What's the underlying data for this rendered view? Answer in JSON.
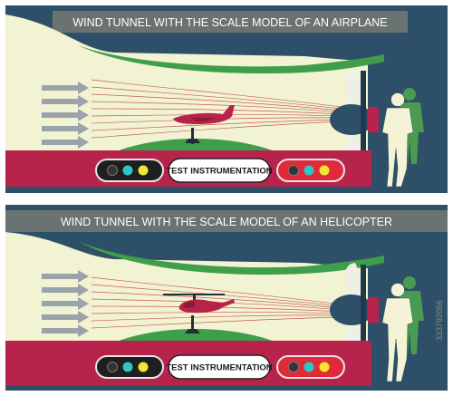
{
  "panels": [
    {
      "title": "WIND TUNNEL WITH THE SCALE MODEL OF AN AIRPLANE",
      "model": "airplane",
      "button_label": "TEST INSTRUMENTATION"
    },
    {
      "title": "WIND TUNNEL WITH THE SCALE MODEL OF AN HELICOPTER",
      "model": "helicopter",
      "button_label": "TEST INSTRUMENTATION"
    }
  ],
  "stock_id": "333792056",
  "colors": {
    "title_bar": "#6b7272",
    "tunnel_bg": "#2d5068",
    "air": "#f2f3d2",
    "green": "#3f9e4a",
    "crimson": "#b8234c",
    "airflow": "#c85a5a",
    "arrow": "#9aa3aa",
    "light_dark": "#333333",
    "light_cyan": "#2fc6c8",
    "light_yellow": "#f2e632",
    "person_front": "#f5f3d6",
    "person_back": "#4a9a52"
  },
  "icons": [
    "wind-arrow-icon",
    "propeller-icon",
    "airplane-model-icon",
    "helicopter-model-icon",
    "person-icon",
    "indicator-light-icon"
  ]
}
